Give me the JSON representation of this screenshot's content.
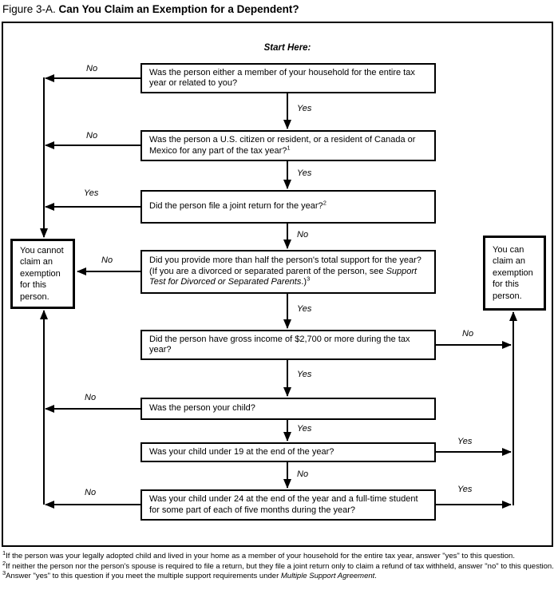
{
  "title": {
    "prefix": "Figure 3-A. ",
    "main": "Can You Claim an Exemption for a Dependent?"
  },
  "start_here": "Start Here:",
  "boxes": {
    "q1": {
      "text": "Was the person either a member of your household for the entire tax year or related to you?"
    },
    "q2": {
      "text": "Was the person a U.S. citizen or resident, or a resident of Canada or Mexico for any part of the tax year?",
      "sup": "1"
    },
    "q3": {
      "text": "Did the person file a joint return for the year?",
      "sup": "2"
    },
    "q4": {
      "pre": "Did you provide more than half the person's total support for the year? (If you are a divorced or separated parent of the person, see ",
      "italic": "Support Test for Divorced or Separated Parents",
      "post": ".)",
      "sup": "3"
    },
    "q5": {
      "text": "Did the person have gross income of $2,700 or more during the tax year?"
    },
    "q6": {
      "text": "Was the person your child?"
    },
    "q7": {
      "text": "Was your child under 19 at the end of the year?"
    },
    "q8": {
      "text": "Was your child under 24 at the end of the year and a full-time student for some part of each of five months during the year?"
    },
    "cannot": {
      "text": "You cannot claim an exemption for this person."
    },
    "can": {
      "text": "You can claim an exemption for this person."
    }
  },
  "labels": {
    "q1_no": "No",
    "q1_yes": "Yes",
    "q2_no": "No",
    "q2_yes": "Yes",
    "q3_yes": "Yes",
    "q3_no": "No",
    "q4_no": "No",
    "q4_yes": "Yes",
    "q5_no": "No",
    "q5_yes": "Yes",
    "q6_no": "No",
    "q6_yes": "Yes",
    "q7_yes": "Yes",
    "q7_no": "No",
    "q8_no": "No",
    "q8_yes": "Yes"
  },
  "footnotes": [
    {
      "sup": "1",
      "text": "If the person was your legally adopted child and lived in your home as a member of your household for the entire tax year, answer \"yes\" to this question."
    },
    {
      "sup": "2",
      "text": "If neither the person nor the person's spouse is required to file a return, but they file a joint return only to claim a refund of tax withheld, answer \"no\" to this question."
    },
    {
      "sup": "3",
      "text": "Answer \"yes\" to this question if you meet the multiple support requirements under ",
      "italic": "Multiple Support Agreement",
      "tail": "."
    }
  ],
  "colors": {
    "line": "#000000",
    "background": "#ffffff"
  }
}
